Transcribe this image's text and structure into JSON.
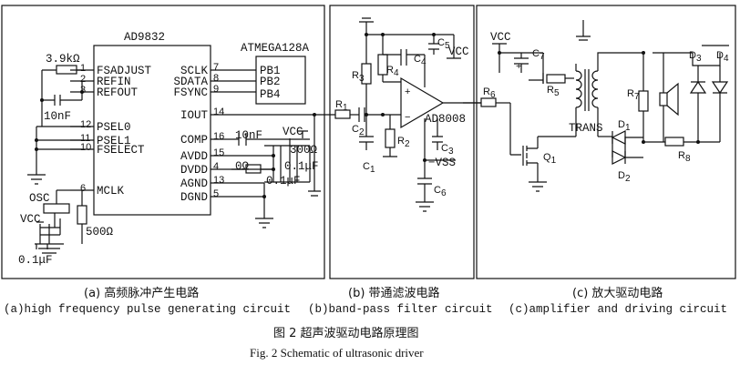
{
  "panel_a": {
    "chip_name": "AD9832",
    "mcu_name": "ATMEGA128A",
    "resistor_top": "3.9kΩ",
    "cap_refout": "10nF",
    "osc_label": "OSC",
    "vcc_label": "VCC",
    "cap_bottom": "0.1μF",
    "resistor_mclk": "500Ω",
    "cap_comp": "10nF",
    "vcc_right": "VCC",
    "resistor_300": "300Ω",
    "cap_01_a": "0.1μF",
    "resistor_0": "0Ω",
    "cap_01_b": "0.1μF",
    "left_pins": [
      {
        "name": "FSADJUST",
        "num": "1"
      },
      {
        "name": "REFIN",
        "num": "2"
      },
      {
        "name": "REFOUT",
        "num": "3"
      },
      {
        "name": "PSEL0",
        "num": "12"
      },
      {
        "name": "PSEL1",
        "num": "11"
      },
      {
        "name": "FSELECT",
        "num": "10"
      },
      {
        "name": "MCLK",
        "num": "6"
      }
    ],
    "right_pins": [
      {
        "name": "SCLK",
        "num": "7"
      },
      {
        "name": "SDATA",
        "num": "8"
      },
      {
        "name": "FSYNC",
        "num": "9"
      },
      {
        "name": "IOUT",
        "num": "14"
      },
      {
        "name": "COMP",
        "num": "16"
      },
      {
        "name": "AVDD",
        "num": "15"
      },
      {
        "name": "DVDD",
        "num": "4"
      },
      {
        "name": "AGND",
        "num": "13"
      },
      {
        "name": "DGND",
        "num": "5"
      }
    ],
    "mcu_pins": [
      "PB1",
      "PB2",
      "PB4"
    ]
  },
  "panel_b": {
    "r1": "R",
    "r1_sub": "1",
    "r2": "R",
    "r2_sub": "2",
    "r3": "R",
    "r3_sub": "3",
    "r4": "R",
    "r4_sub": "4",
    "c1": "C",
    "c1_sub": "1",
    "c2": "C",
    "c2_sub": "2",
    "c3": "C",
    "c3_sub": "3",
    "c4": "C",
    "c4_sub": "4",
    "c5": "C",
    "c5_sub": "5",
    "c6": "C",
    "c6_sub": "6",
    "vcc": "VCC",
    "vss": "−VSS",
    "opamp": "AD8008",
    "plus": "+",
    "minus": "−"
  },
  "panel_c": {
    "vcc": "VCC",
    "c7": "C",
    "c7_sub": "7",
    "r5": "R",
    "r5_sub": "5",
    "r6": "R",
    "r6_sub": "6",
    "r7": "R",
    "r7_sub": "7",
    "r8": "R",
    "r8_sub": "8",
    "d1": "D",
    "d1_sub": "1",
    "d2": "D",
    "d2_sub": "2",
    "d3": "D",
    "d3_sub": "3",
    "d4": "D",
    "d4_sub": "4",
    "q1": "Q",
    "q1_sub": "1",
    "trans": "TRANS",
    "plus": "+"
  },
  "captions": {
    "a_cn": "(a) 高频脉冲产生电路",
    "a_en": "(a)high frequency pulse generating circuit",
    "b_cn": "(b) 带通滤波电路",
    "b_en": "(b)band-pass filter circuit",
    "c_cn": "(c) 放大驱动电路",
    "c_en": "(c)amplifier and driving circuit",
    "fig_cn": "图 2    超声波驱动电路原理图",
    "fig_en": "Fig. 2    Schematic of ultrasonic driver"
  }
}
